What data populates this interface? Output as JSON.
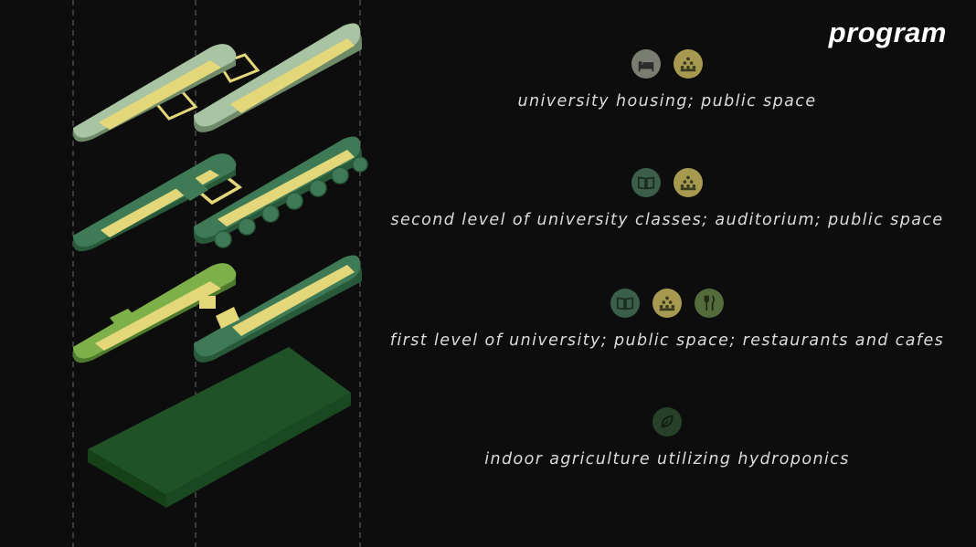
{
  "title": "program",
  "colors": {
    "background": "#0d0d0d",
    "yellow": "#e3d77a",
    "housing_green": "#a9c4a2",
    "classes_green": "#3e7a55",
    "first_green": "#7eb04a",
    "farm_green": "#1f5226",
    "icon_grey": "#7a7e72",
    "icon_olive": "#a79a50",
    "icon_teal": "#3a5e4a",
    "icon_moss": "#556b3c",
    "icon_farm": "#26402a"
  },
  "levels": [
    {
      "label": "university housing; public space",
      "icons": [
        {
          "name": "bed-icon",
          "color": "#7a7e72"
        },
        {
          "name": "crowd-icon",
          "color": "#a79a50"
        }
      ]
    },
    {
      "label": "second level of university classes; auditorium; public space",
      "icons": [
        {
          "name": "book-icon",
          "color": "#3a5e4a"
        },
        {
          "name": "crowd-icon",
          "color": "#a79a50"
        }
      ]
    },
    {
      "label": "first level of university; public space; restaurants and cafes",
      "icons": [
        {
          "name": "book-icon",
          "color": "#3a5e4a"
        },
        {
          "name": "crowd-icon",
          "color": "#a79a50"
        },
        {
          "name": "fork-knife-icon",
          "color": "#556b3c"
        }
      ]
    },
    {
      "label": "indoor agriculture utilizing  hydroponics",
      "icons": [
        {
          "name": "leaf-icon",
          "color": "#26402a"
        }
      ]
    }
  ]
}
